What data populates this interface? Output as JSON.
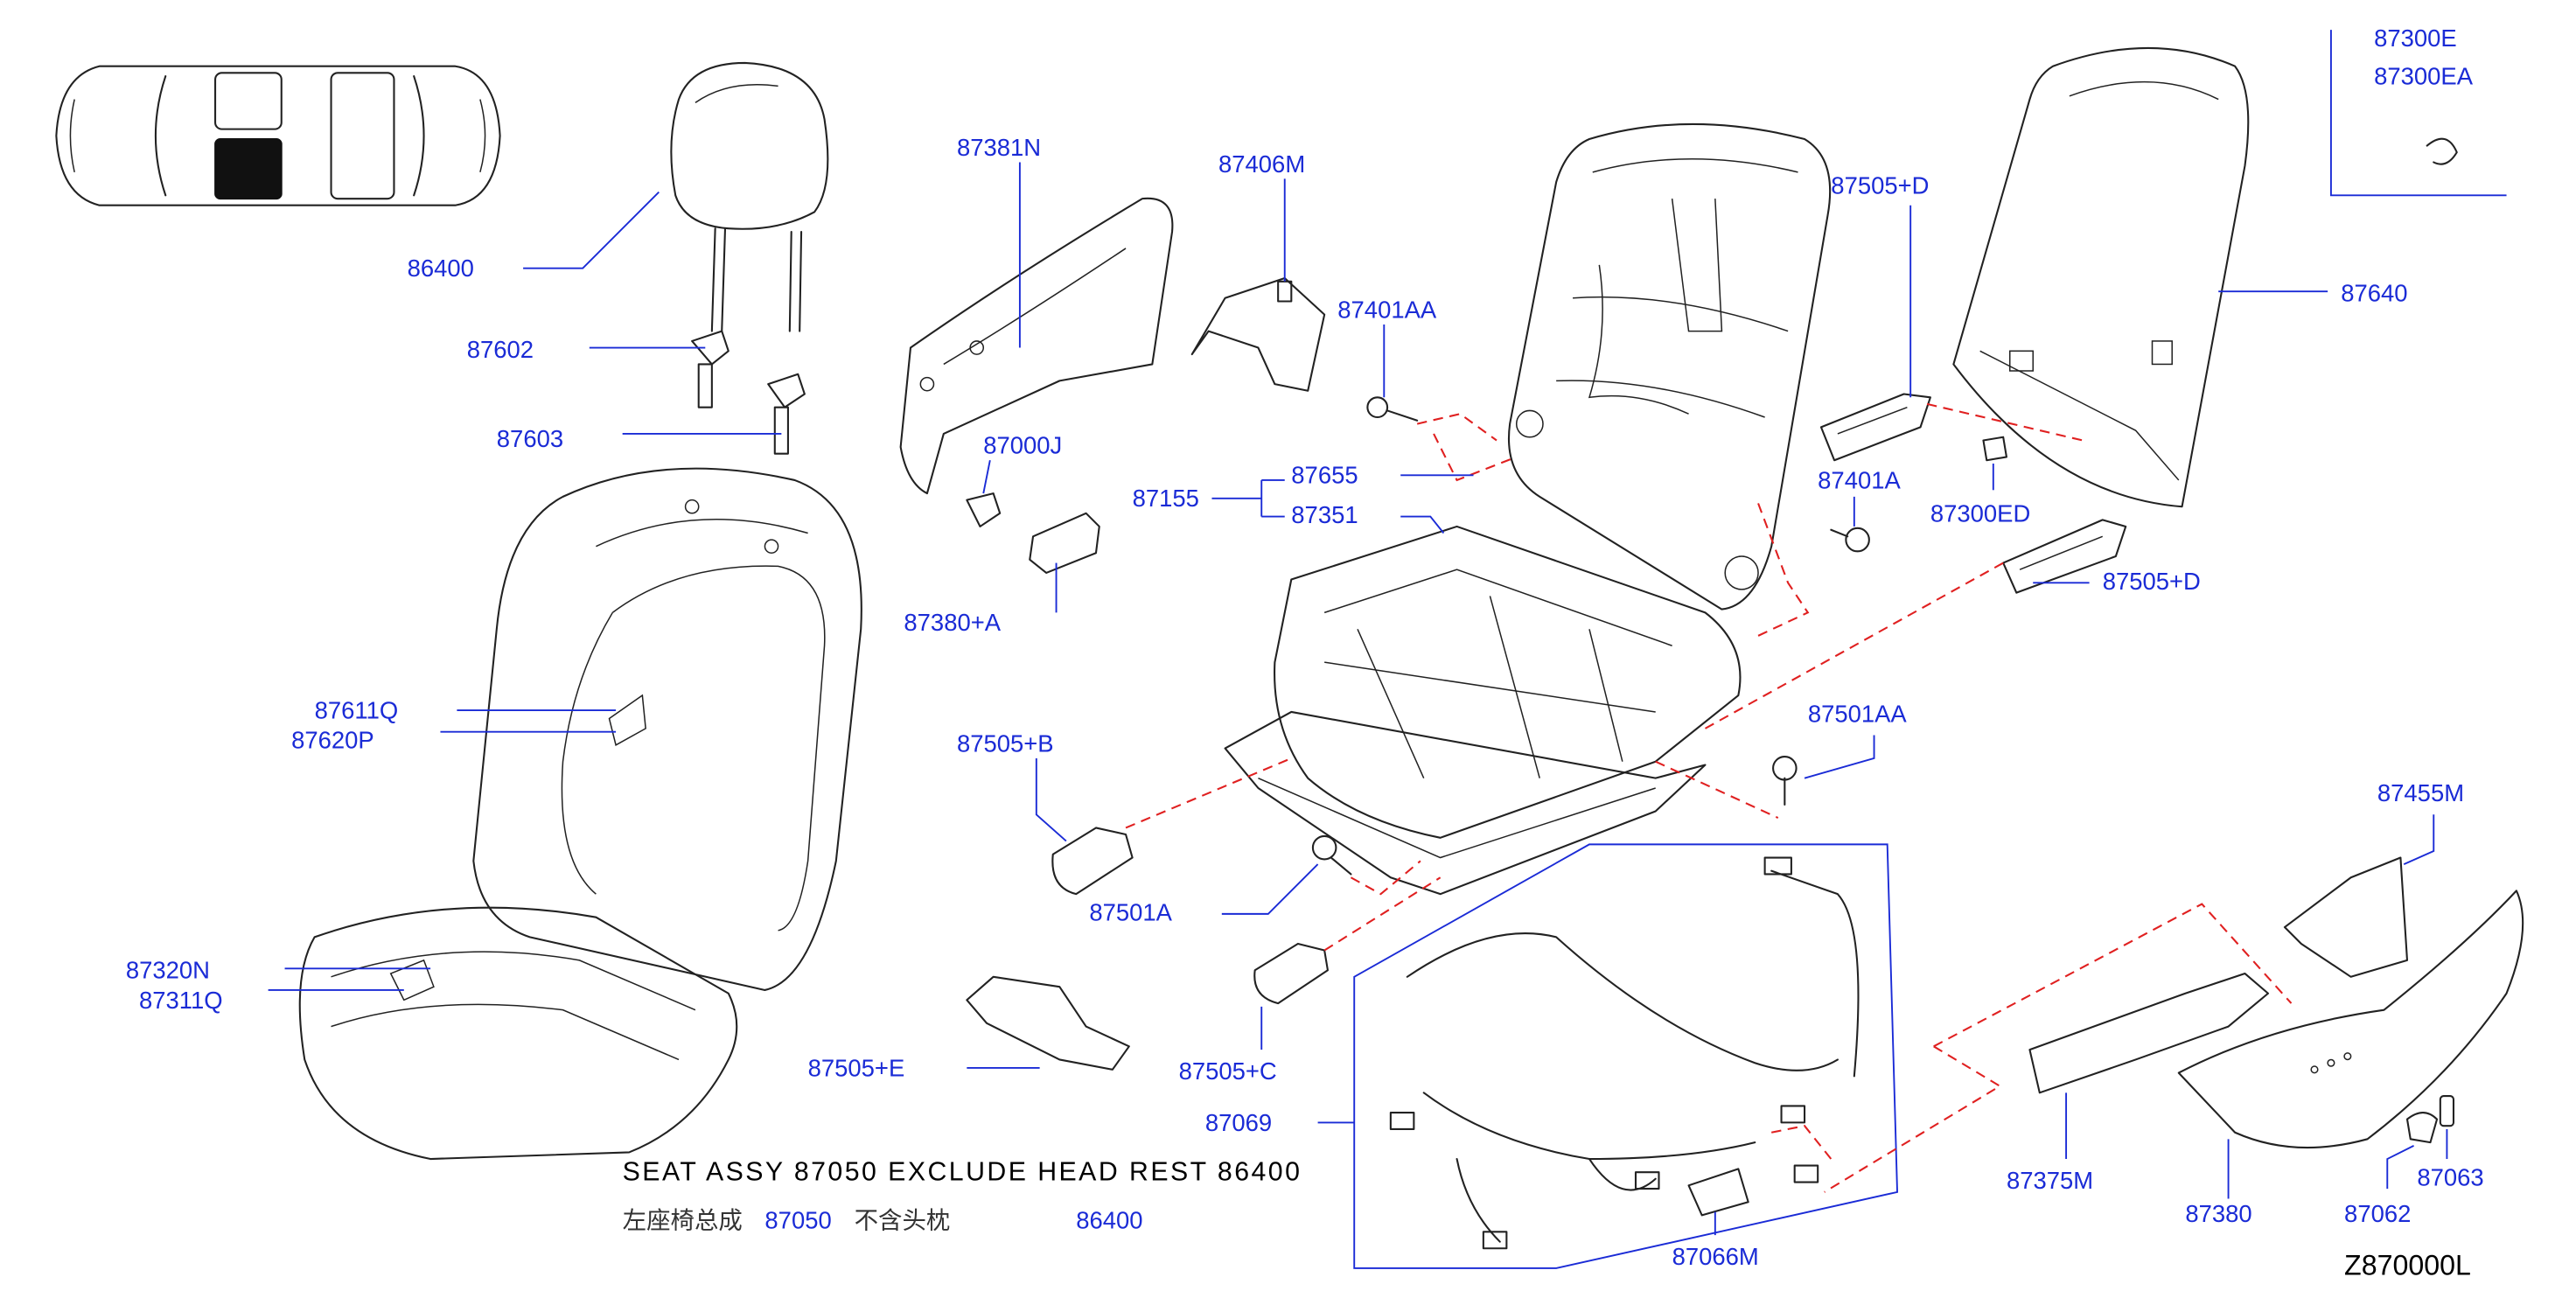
{
  "callouts": {
    "p86400": "86400",
    "p87602": "87602",
    "p87603": "87603",
    "p87611Q": "87611Q",
    "p87620P": "87620P",
    "p87320N": "87320N",
    "p87311Q": "87311Q",
    "p87381N": "87381N",
    "p87406M": "87406M",
    "p87000J": "87000J",
    "p87380A": "87380+A",
    "p87401AA": "87401AA",
    "p87155": "87155",
    "p87655": "87655",
    "p87351": "87351",
    "p87505B": "87505+B",
    "p87501A": "87501A",
    "p87505E": "87505+E",
    "p87505C": "87505+C",
    "p87069": "87069",
    "p87066M": "87066M",
    "p87505D_top": "87505+D",
    "p87401A": "87401A",
    "p87300ED": "87300ED",
    "p87505D_right": "87505+D",
    "p87501AA": "87501AA",
    "p87300E": "87300E",
    "p87300EA": "87300EA",
    "p87640": "87640",
    "p87455M": "87455M",
    "p87375M": "87375M",
    "p87380": "87380",
    "p87062": "87062",
    "p87063": "87063"
  },
  "notes": {
    "seat_assy": "SEAT ASSY 87050 EXCLUDE HEAD REST 86400",
    "cn_prefix": "左座椅总成",
    "cn_code": "87050",
    "cn_suffix": "不含头枕",
    "cn_headrest": "86400"
  },
  "diagram_code": "Z870000L",
  "colors": {
    "callout": "#1a2bd6",
    "leader": "#1a2bd6",
    "dashed_guide": "#e02020",
    "linework": "#222222"
  }
}
